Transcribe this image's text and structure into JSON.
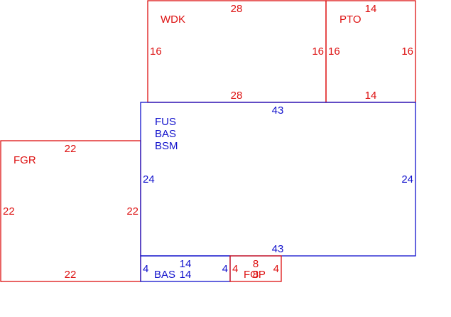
{
  "colors": {
    "red": "#dd1111",
    "blue": "#1111cc",
    "background": "#ffffff"
  },
  "areas": [
    {
      "id": "wdk",
      "code": "WDK",
      "color": "red",
      "dims": {
        "top": "28",
        "bottom": "28",
        "left": "16",
        "right": "16"
      }
    },
    {
      "id": "pto",
      "code": "PTO",
      "color": "red",
      "dims": {
        "top": "14",
        "bottom": "14",
        "left": "16",
        "right": "16"
      }
    },
    {
      "id": "main",
      "codes": [
        "FUS",
        "BAS",
        "BSM"
      ],
      "color": "blue",
      "dims": {
        "top": "43",
        "bottom": "43",
        "left": "24",
        "right": "24"
      }
    },
    {
      "id": "fgr",
      "code": "FGR",
      "color": "red",
      "dims": {
        "top": "22",
        "bottom": "22",
        "left": "22",
        "right": "22"
      }
    },
    {
      "id": "bas",
      "code": "BAS",
      "color": "blue",
      "dims": {
        "top": "14",
        "bottom": "14",
        "left": "4",
        "right": "4"
      }
    },
    {
      "id": "fop",
      "code": "FOP",
      "color": "red",
      "dims": {
        "top": "8",
        "bottom": "8",
        "left": "4",
        "right": "4"
      }
    }
  ]
}
